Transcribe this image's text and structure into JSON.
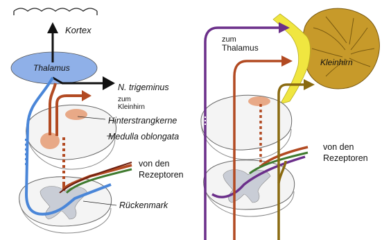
{
  "labels": {
    "kortex": "Kortex",
    "thalamus": "Thalamus",
    "n_trigeminus": "N. trigeminus",
    "zum_kleinhirn_1": "zum",
    "zum_kleinhirn_2": "Kleinhirn",
    "hinterstrangkerne": "Hinterstrangkerne",
    "medulla": "Medulla oblongata",
    "rezeptoren_left_1": "von den",
    "rezeptoren_left_2": "Rezeptoren",
    "rueckenmark": "Rückenmark",
    "zum_thalamus_1": "zum",
    "zum_thalamus_2": "Thalamus",
    "kleinhirn": "Kleinhirn",
    "rezeptoren_right_1": "von den",
    "rezeptoren_right_2": "Rezeptoren"
  },
  "colors": {
    "thalamus": "#8fb0e8",
    "blue_tract": "#4a86d8",
    "brown_tract": "#b24a22",
    "green_tract": "#3f7a2e",
    "purple_tract": "#6b2f8a",
    "olive_tract": "#8a6a10",
    "yellow_band": "#f0e640",
    "cerebellum": "#c79a2a",
    "nuclei": "#e8a987",
    "gray_matter": "#c9cdd6"
  }
}
